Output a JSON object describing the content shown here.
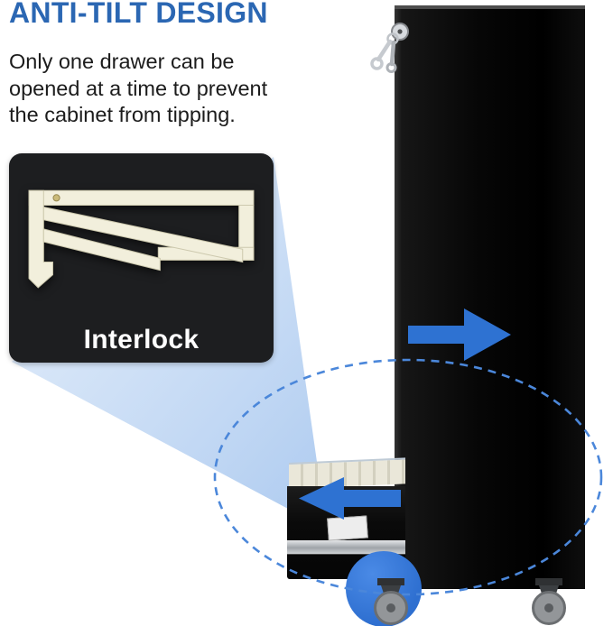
{
  "header": {
    "title": "ANTI-TILT DESIGN",
    "description_lines": [
      "Only one drawer can be",
      "opened at a time to prevent",
      "the cabinet from tipping."
    ]
  },
  "inset": {
    "label": "Interlock",
    "image_subject": "white plastic interlock bracket"
  },
  "annotations": {
    "callout_beam": "beam-from-inset-to-drawer",
    "right_arrow": "push-direction-right",
    "left_arrow": "drawer-open-direction-left",
    "dashed_circle": "tilt-radius-guide",
    "pivot_circle": "pivot-point-highlight",
    "lock": "lock-with-keys"
  },
  "colors": {
    "title_blue": "#2b67b3",
    "text_dark": "#1c1c1c",
    "arrow_blue": "#2e72d2",
    "dash_blue": "#4b87da",
    "pivot_blue": "#2e6fd0",
    "beam_blue": "#9fc2ee",
    "inset_bg": "#1d1e20",
    "part_ivory": "#f2efdc",
    "cabinet_black": "#0a0a0a"
  }
}
